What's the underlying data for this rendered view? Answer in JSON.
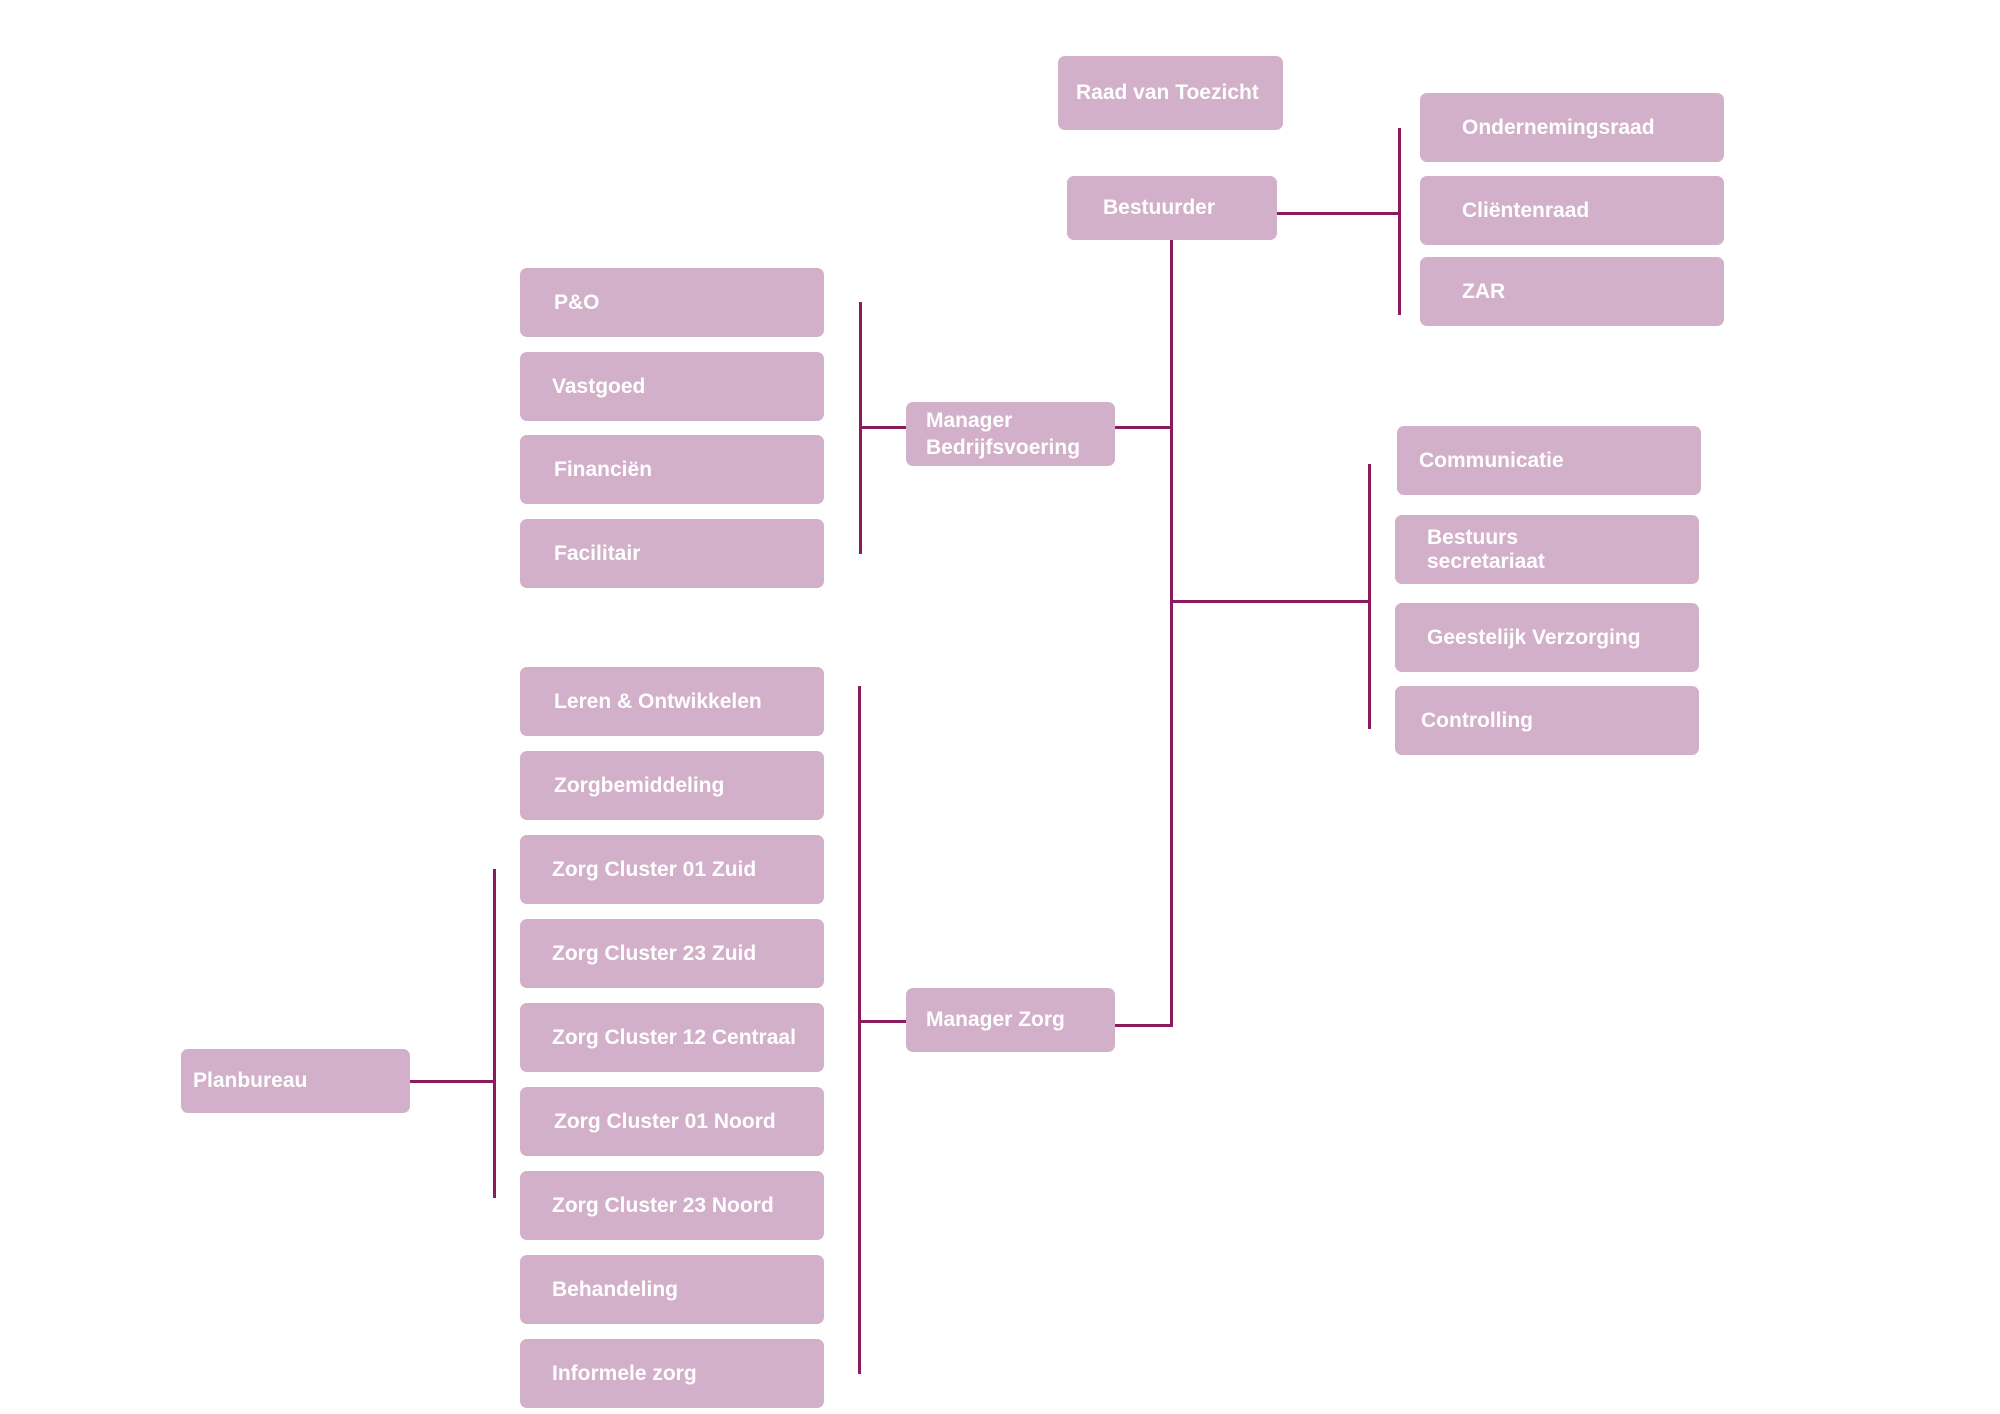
{
  "colors": {
    "node_fill": "#d2b0c9",
    "node_text": "#ffffff",
    "connector": "#8b1a5e"
  },
  "top": {
    "supervisory_board": "Raad van Toezicht",
    "director": "Bestuurder"
  },
  "councils": [
    "Ondernemingsraad",
    "Cliëntenraad",
    "ZAR"
  ],
  "staff": [
    "Communicatie",
    "Bestuurs secretariaat",
    "Geestelijk Verzorging",
    "Controlling"
  ],
  "operations": {
    "manager": "Manager Bedrijfsvoering",
    "departments": [
      "P&O",
      "Vastgoed",
      "Financiën",
      "Facilitair"
    ]
  },
  "care": {
    "manager": "Manager Zorg",
    "departments": [
      "Leren & Ontwikkelen",
      "Zorgbemiddeling",
      "Zorg Cluster 01 Zuid",
      "Zorg Cluster 23 Zuid",
      "Zorg Cluster 12 Centraal",
      "Zorg Cluster 01 Noord",
      "Zorg Cluster 23 Noord",
      "Behandeling",
      "Informele zorg"
    ]
  },
  "planning": "Planbureau"
}
